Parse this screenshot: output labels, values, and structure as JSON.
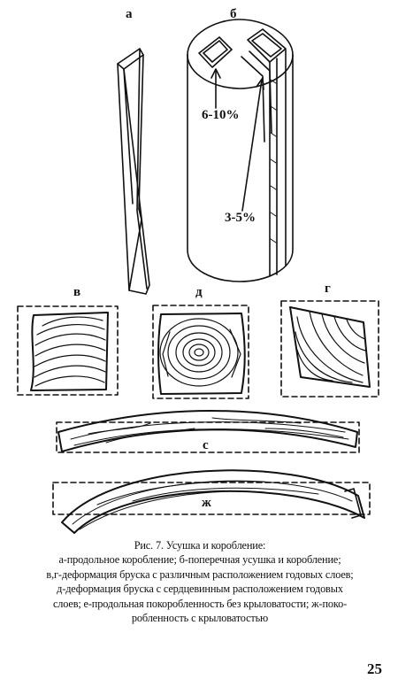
{
  "figure": {
    "labels": {
      "a": "а",
      "b": "б",
      "v": "в",
      "d": "д",
      "g": "г",
      "e": "с",
      "zh": "ж"
    },
    "percent_top": "6-10%",
    "percent_bottom": "3-5%"
  },
  "caption": {
    "title": "Рис. 7. Усушка и коробление:",
    "lines": [
      "а-продольное коробление; б-поперечная усушка и  коробление;",
      "в,г-деформация бруска с различным расположением годовых слоев;",
      "д-деформация бруска с сердцевинным расположением годовых",
      "слоев; е-продольная покоробленность без крыловатости; ж-поко-",
      "робленность с крыловатостью"
    ]
  },
  "page_number": "25"
}
